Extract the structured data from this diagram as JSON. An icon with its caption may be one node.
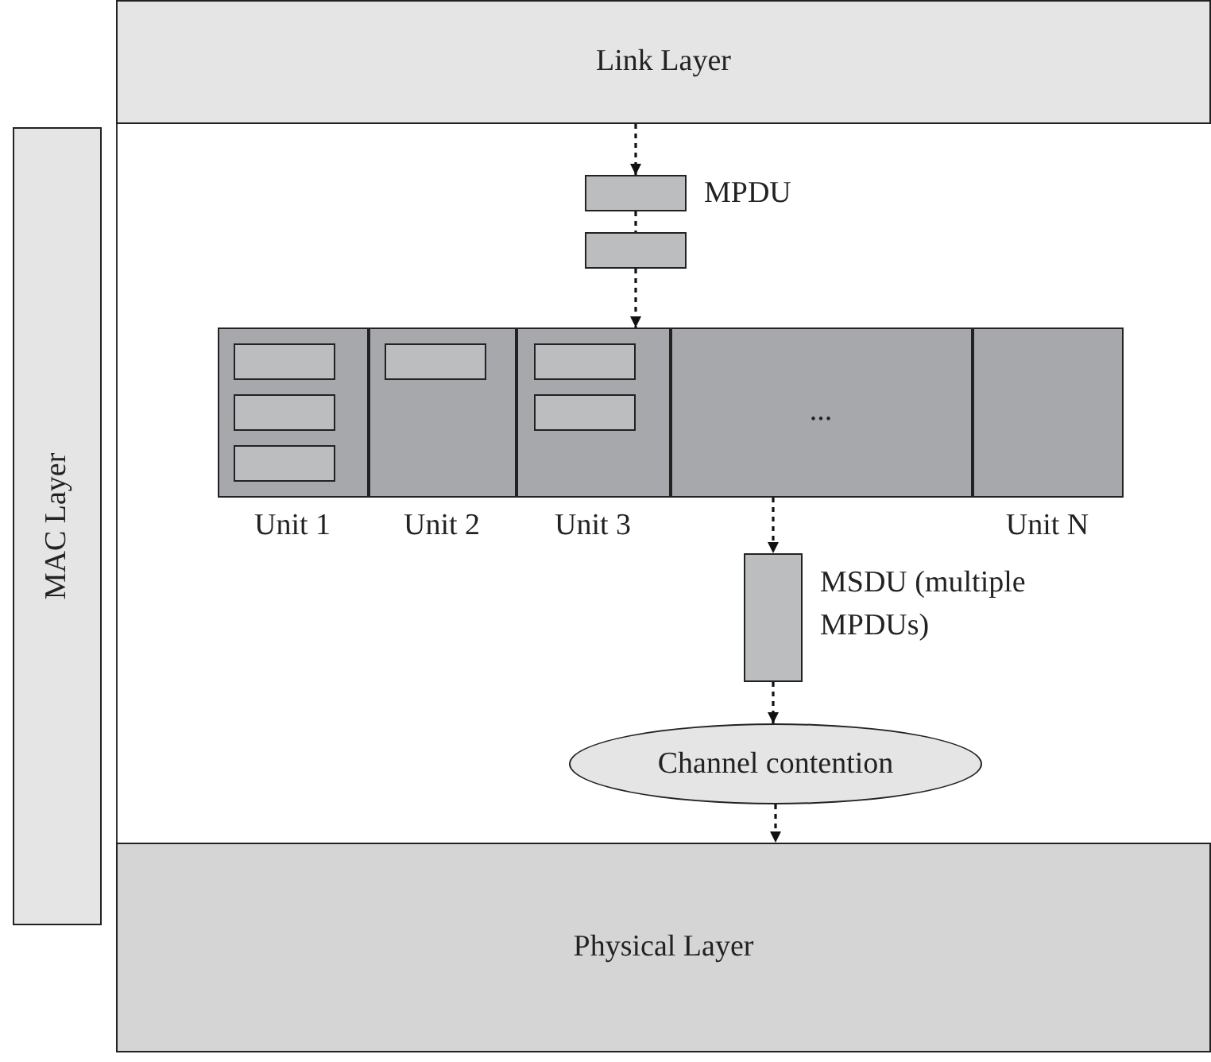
{
  "diagram": {
    "nodes": [
      {
        "text": [
          "Link Layer"
        ]
      },
      {
        "text": [
          "MAC Layer"
        ]
      },
      {
        "text": [],
        "shape": "box",
        "beside": [
          "MPDU"
        ]
      },
      {
        "text": [],
        "shape": "box"
      },
      {
        "text": [],
        "shape": "box"
      },
      {
        "text": [
          "Unit 1"
        ],
        "in": 4
      },
      {
        "text": [],
        "shape": "box",
        "in": 5
      },
      {
        "text": [],
        "shape": "box",
        "in": 5
      },
      {
        "text": [],
        "shape": "box",
        "in": 5
      },
      {
        "text": [
          "Unit 2"
        ],
        "in": 4
      },
      {
        "text": [],
        "shape": "box",
        "in": 9
      },
      {
        "text": [
          "Unit 3"
        ],
        "in": 4
      },
      {
        "text": [],
        "shape": "box",
        "in": 11
      },
      {
        "text": [],
        "shape": "box",
        "in": 11
      },
      {
        "text": [
          "..."
        ],
        "in": 4
      },
      {
        "text": [
          "Unit N"
        ],
        "in": 4
      },
      {
        "text": [],
        "shape": "box",
        "beside": [
          "MSDU (multiple MPDUs)"
        ]
      },
      {
        "text": [
          "Channel contention"
        ]
      },
      {
        "text": [
          "Physical Layer"
        ]
      }
    ],
    "edges": [
      {
        "from": 0,
        "to": 2,
        "arrow": "to"
      },
      {
        "from": 2,
        "to": 3,
        "arrow": "none"
      },
      {
        "from": 3,
        "to": 11,
        "arrow": "to"
      },
      {
        "from": 14,
        "to": 16,
        "arrow": "to"
      },
      {
        "from": 16,
        "to": 17,
        "arrow": "to"
      },
      {
        "from": 17,
        "to": 18,
        "arrow": "to"
      }
    ]
  }
}
